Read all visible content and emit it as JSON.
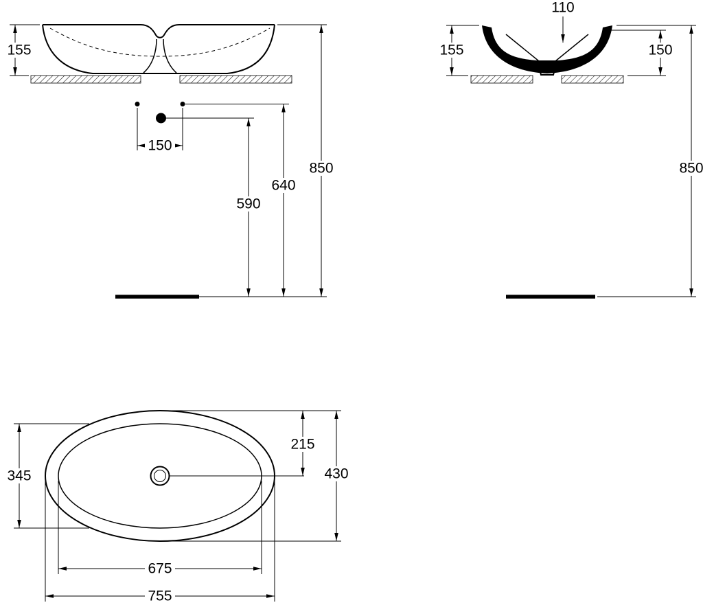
{
  "drawing": {
    "front_view": {
      "basin_height": "155",
      "tap_hole_spacing": "150",
      "siphon_height": "590",
      "tap_hole_height": "640",
      "rim_height": "850"
    },
    "side_view": {
      "outlet_width": "110",
      "basin_height": "155",
      "bowl_depth": "150",
      "rim_height": "850"
    },
    "plan_view": {
      "bowl_width": "345",
      "center_offset": "215",
      "overall_width": "430",
      "bowl_length": "675",
      "overall_length": "755"
    }
  }
}
